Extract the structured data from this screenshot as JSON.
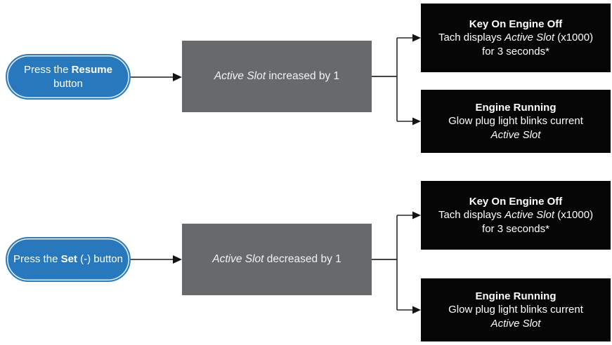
{
  "diagram": {
    "rows": [
      {
        "trigger": {
          "pre": "Press the ",
          "bold": "Resume",
          "post": "button"
        },
        "action": {
          "italic": "Active Slot",
          "rest": " increased by 1"
        },
        "outcomes": [
          {
            "title": "Key On Engine Off",
            "body_pre": "Tach displays ",
            "body_italic": "Active Slot",
            "body_post": " (x1000)",
            "body_line2": "for 3 seconds*"
          },
          {
            "title": "Engine Running",
            "body_line1": "Glow plug light blinks current",
            "body_italic_line": "Active Slot"
          }
        ]
      },
      {
        "trigger": {
          "pre": "Press the ",
          "bold": "Set",
          "post": " (-) button"
        },
        "action": {
          "italic": "Active Slot",
          "rest": " decreased by 1"
        },
        "outcomes": [
          {
            "title": "Key On Engine Off",
            "body_pre": "Tach displays ",
            "body_italic": "Active Slot",
            "body_post": " (x1000)",
            "body_line2": "for 3 seconds*"
          },
          {
            "title": "Engine Running",
            "body_line1": "Glow plug light blinks current",
            "body_italic_line": "Active Slot"
          }
        ]
      }
    ],
    "colors": {
      "trigger_fill": "#2878BE",
      "action_fill": "#67696B",
      "outcome_fill": "#050505",
      "text": "#FFFFFF",
      "connector": "#3a3a3a",
      "arrowhead": "#141414"
    }
  }
}
